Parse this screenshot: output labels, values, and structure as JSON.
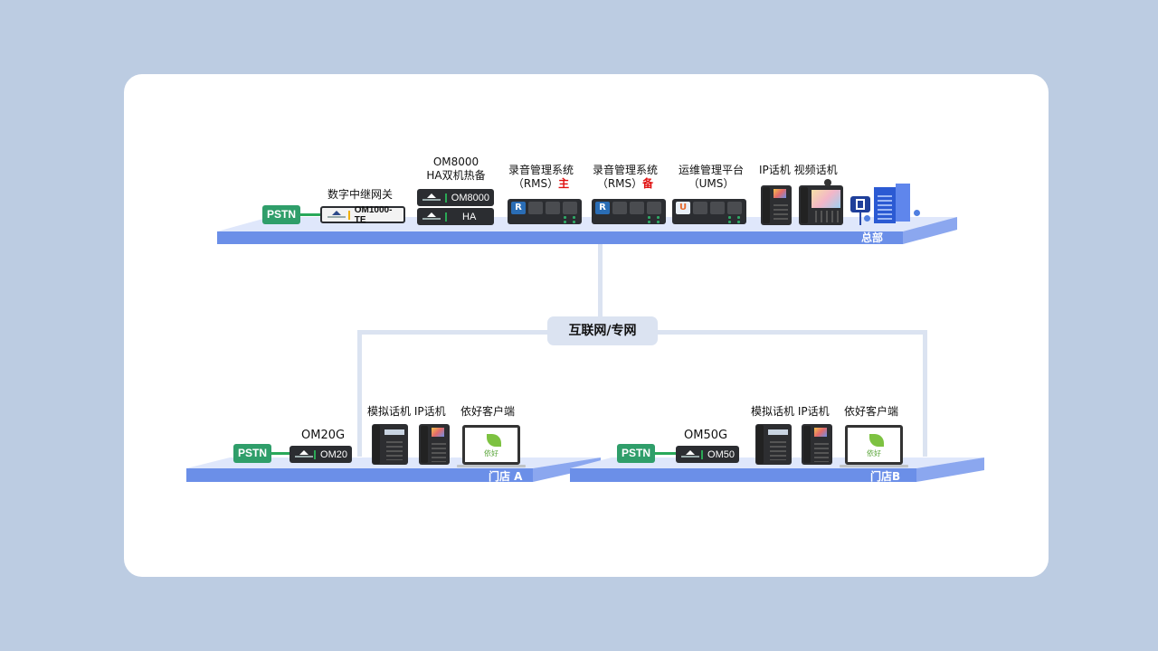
{
  "hq": {
    "name": "总部",
    "pstn": "PSTN",
    "gateway": {
      "label": "数字中继网关",
      "device": "OM1000-TE"
    },
    "om8000": {
      "label_line1": "OM8000",
      "label_line2": "HA双机热备",
      "device1": "OM8000",
      "device2": "HA"
    },
    "rms_main": {
      "label_line1": "录音管理系统",
      "label_line2": "（RMS）",
      "badge": "主",
      "icon": "R"
    },
    "rms_backup": {
      "label_line1": "录音管理系统",
      "label_line2": "（RMS）",
      "badge": "备",
      "icon": "R"
    },
    "ums": {
      "label_line1": "运维管理平台",
      "label_line2": "（UMS）",
      "icon": "U"
    },
    "phones_label": "IP话机 视频话机",
    "building_icon": "building-icon"
  },
  "network": {
    "label": "互联网/专网"
  },
  "branch_a": {
    "name": "门店 A",
    "pstn": "PSTN",
    "gateway": {
      "label": "OM20G",
      "device": "OM20"
    },
    "phones_label": "模拟话机 IP话机",
    "client_label": "依好客户端",
    "client_logo_text": "依好"
  },
  "branch_b": {
    "name": "门店B",
    "pstn": "PSTN",
    "gateway": {
      "label": "OM50G",
      "device": "OM50"
    },
    "phones_label": "模拟话机 IP话机",
    "client_label": "依好客户端",
    "client_logo_text": "依好"
  },
  "colors": {
    "background": "#bccce2",
    "platform_top": "#dfe7fb",
    "platform_front": "#6b8fe8",
    "pstn_green": "#2f9e6a",
    "network_line": "#dbe3f1",
    "badge_red": "#e01010"
  }
}
